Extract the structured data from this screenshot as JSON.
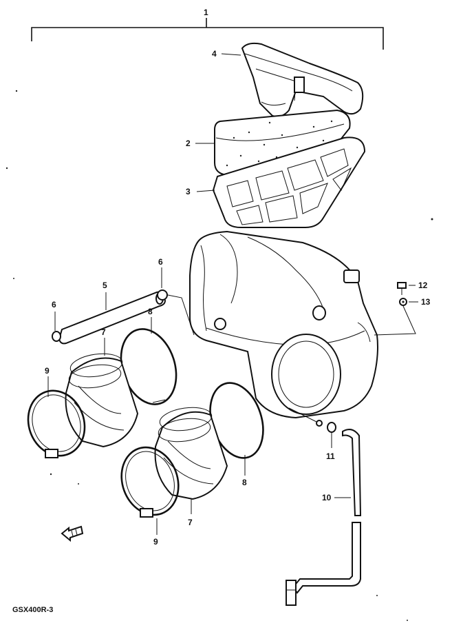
{
  "callouts": {
    "c1": "1",
    "c2": "2",
    "c3": "3",
    "c4": "4",
    "c5": "5",
    "c6a": "6",
    "c6b": "6",
    "c7a": "7",
    "c7b": "7",
    "c8a": "8",
    "c8b": "8",
    "c9a": "9",
    "c9b": "9",
    "c10": "10",
    "c11": "11",
    "c12": "12",
    "c13": "13"
  },
  "caption": "GSX400R-3",
  "colors": {
    "ink": "#111111",
    "paper": "#ffffff"
  }
}
